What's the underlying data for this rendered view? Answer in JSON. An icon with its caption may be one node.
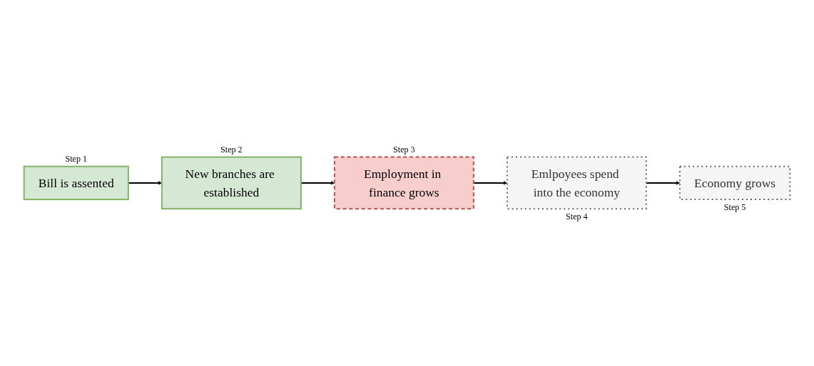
{
  "diagram": {
    "nodes": [
      {
        "text": [
          "Bill is assented"
        ],
        "beside": [
          "Step 1"
        ]
      },
      {
        "text": [
          "New branches are established"
        ],
        "beside": [
          "Step 2"
        ]
      },
      {
        "text": [
          "Employment in finance grows"
        ],
        "beside": [
          "Step 3"
        ]
      },
      {
        "text": [
          "Emlpoyees spend into the economy"
        ],
        "beside": [
          "Step 4"
        ]
      },
      {
        "text": [
          "Economy grows"
        ],
        "beside": [
          "Step 5"
        ]
      }
    ],
    "edges": [
      {
        "from": 0,
        "to": 1,
        "arrow": "to"
      },
      {
        "from": 1,
        "to": 2,
        "arrow": "to"
      },
      {
        "from": 2,
        "to": 3,
        "arrow": "to"
      },
      {
        "from": 3,
        "to": 4,
        "arrow": "to"
      }
    ]
  }
}
